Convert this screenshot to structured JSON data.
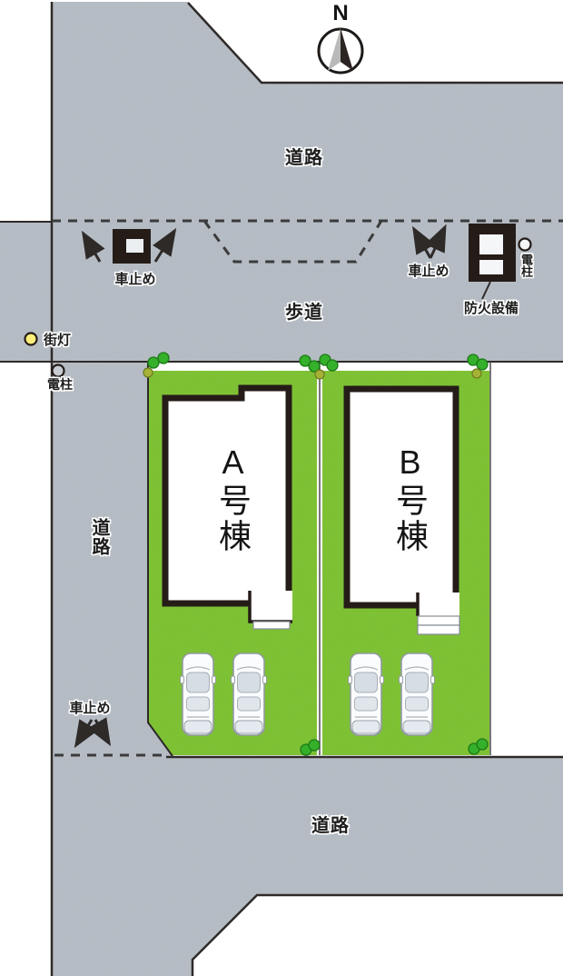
{
  "compass": {
    "north_label": "N"
  },
  "labels": {
    "road_top": "道路",
    "sidewalk": "歩道",
    "road_left": "道路",
    "road_bottom": "道路",
    "car_stop_top_left": "車止め",
    "car_stop_top_right": "車止め",
    "car_stop_bottom": "車止め",
    "fire_equipment": "防火設備",
    "utility_pole_right": "電柱",
    "utility_pole_left": "電柱",
    "street_light": "街灯",
    "building_a": "A号棟",
    "building_b": "B号棟"
  },
  "icons": {
    "north_arrow": "north-arrow-icon",
    "car_stop_marker": "car-stop-marker-icon",
    "fire_equipment_marker": "fire-equipment-marker-icon",
    "utility_pole_marker": "utility-pole-icon",
    "street_light_marker": "street-light-icon",
    "tree": "tree-icon",
    "car": "car-icon"
  },
  "colors": {
    "road_gray": "#b9c0c8",
    "lot_green": "#7fc72f",
    "outline_dark": "#251c18",
    "line_dark": "#2e2a28",
    "tree_green": "#35b02a",
    "tree_olive": "#a6b236",
    "street_light_yellow": "#ffef7a",
    "pole_gray": "#c6ccd2",
    "car_window": "#d6dde3"
  }
}
